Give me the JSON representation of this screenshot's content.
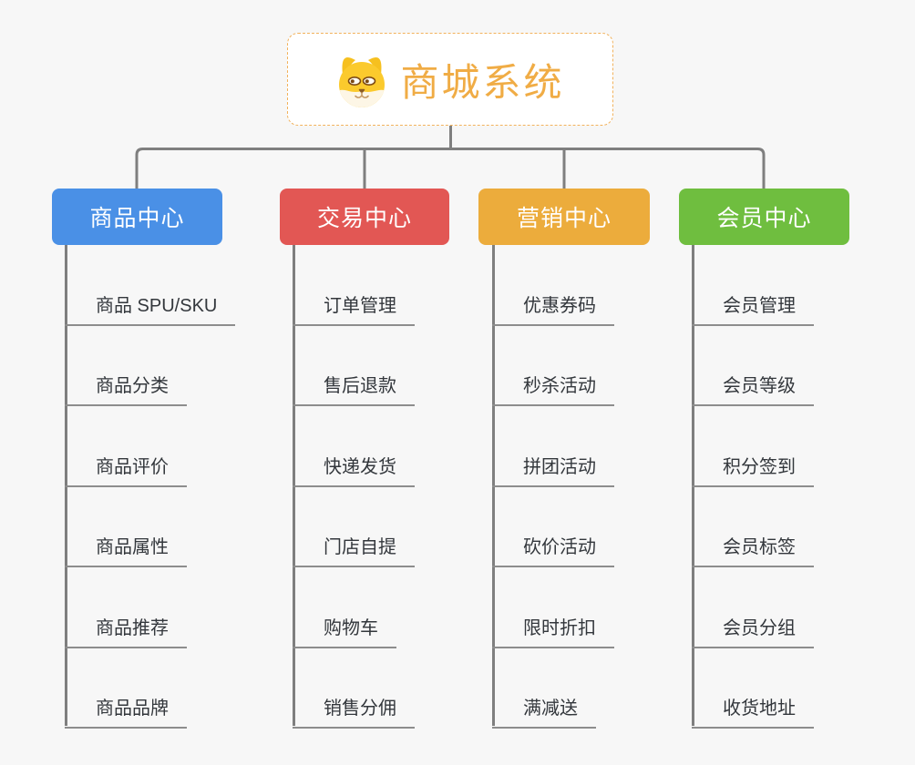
{
  "root": {
    "title": "商城系统",
    "title_color": "#F0AC45",
    "border_color": "#F2B25C",
    "icon": "shiba-dog-icon"
  },
  "connectors": {
    "color": "#7F7F7F",
    "underline_color": "#8D8D8D"
  },
  "branches": [
    {
      "label": "商品中心",
      "color": "#4A90E6",
      "children": [
        "商品 SPU/SKU",
        "商品分类",
        "商品评价",
        "商品属性",
        "商品推荐",
        "商品品牌"
      ]
    },
    {
      "label": "交易中心",
      "color": "#E25754",
      "children": [
        "订单管理",
        "售后退款",
        "快递发货",
        "门店自提",
        "购物车",
        "销售分佣"
      ]
    },
    {
      "label": "营销中心",
      "color": "#ECAC3C",
      "children": [
        "优惠券码",
        "秒杀活动",
        "拼团活动",
        "砍价活动",
        "限时折扣",
        "满减送"
      ]
    },
    {
      "label": "会员中心",
      "color": "#6FBE3F",
      "children": [
        "会员管理",
        "会员等级",
        "积分签到",
        "会员标签",
        "会员分组",
        "收货地址"
      ]
    }
  ]
}
